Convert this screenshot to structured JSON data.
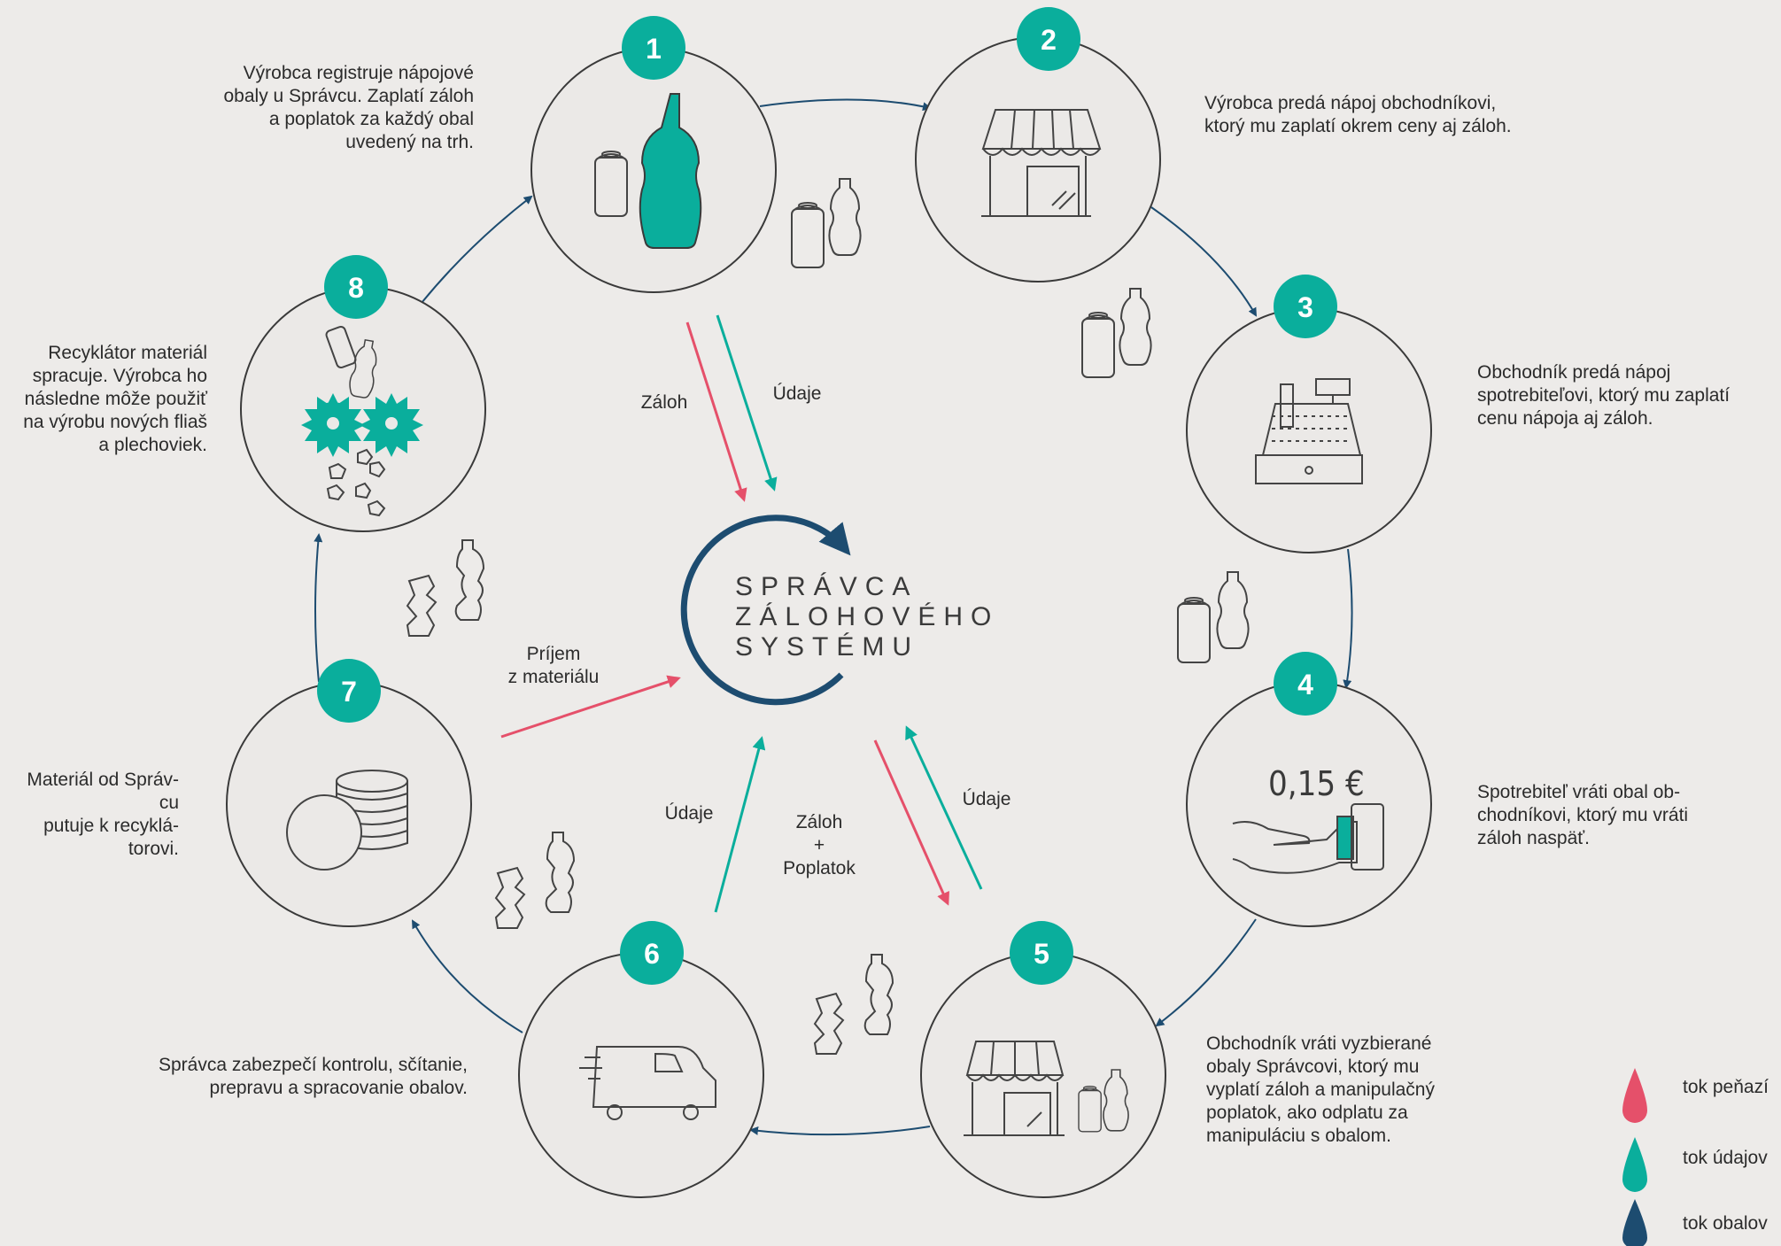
{
  "center_title": [
    "SPRÁVCA",
    "ZÁLOHOVÉHO",
    "SYSTÉMU"
  ],
  "steps": [
    {
      "number": "1",
      "text": "Výrobca registruje nápojové\nobaly u Správcu. Zaplatí záloh\na poplatok za každý obal\nuvedený na trh."
    },
    {
      "number": "2",
      "text": "Výrobca predá nápoj obchodníkovi,\nktorý mu zaplatí okrem ceny aj záloh."
    },
    {
      "number": "3",
      "text": "Obchodník predá nápoj\nspotrebiteľovi, ktorý mu zaplatí\ncenu nápoja  aj záloh."
    },
    {
      "number": "4",
      "text": "Spotrebiteľ vráti obal ob-\nchodníkovi, ktorý mu vráti\nzáloh naspäť.",
      "price": "0,15 €"
    },
    {
      "number": "5",
      "text": "Obchodník vráti vyzbierané\nobaly Správcovi, ktorý mu\nvyplatí záloh a manipulačný\npoplatok, ako odplatu za\nmanipuláciu s obalom."
    },
    {
      "number": "6",
      "text": "Správca zabezpečí kontrolu, sčítanie,\nprepravu a spracovanie obalov."
    },
    {
      "number": "7",
      "text": "Materiál od Správ-\ncu\nputuje k recyklá-\ntorovi."
    },
    {
      "number": "8",
      "text": "Recyklátor materiál\nspracuje. Výrobca ho\nnásledne môže použiť\nna výrobu nových fliaš\na plechoviek."
    }
  ],
  "flow_labels": {
    "zaloh_top": "Záloh",
    "udaje_top": "Údaje",
    "prijem": "Príjem\nz materiálu",
    "udaje_left": "Údaje",
    "zaloh_poplatok": "Záloh\n+\nPoplatok",
    "udaje_right": "Údaje"
  },
  "legend": [
    {
      "label": "tok peňazí",
      "color": "#e5506a"
    },
    {
      "label": "tok údajov",
      "color": "#0aae9c"
    },
    {
      "label": "tok obalov",
      "color": "#1d4c70"
    }
  ],
  "colors": {
    "background": "#edebe9",
    "teal": "#0aae9c",
    "pink": "#e5506a",
    "navy": "#1d4c70",
    "line": "#3a3a3a"
  }
}
